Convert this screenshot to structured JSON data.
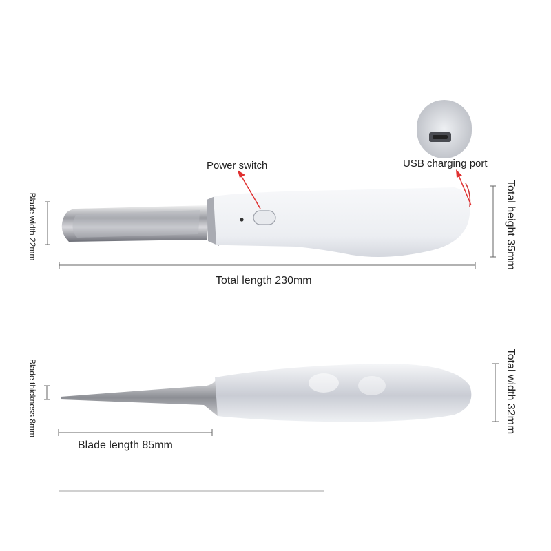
{
  "annotations": {
    "power_switch": "Power switch",
    "usb_port": "USB charging port",
    "blade_width": "Blade width 22mm",
    "total_height": "Total height 35mm",
    "total_length": "Total length 230mm",
    "blade_thickness": "Blade thickness 8mm",
    "total_width": "Total width 32mm",
    "blade_length": "Blade length 85mm"
  },
  "colors": {
    "arrow": "#e03030",
    "handle": "#f4f5f7",
    "blade": "#c9cbd0",
    "dimension_line": "#666666"
  }
}
